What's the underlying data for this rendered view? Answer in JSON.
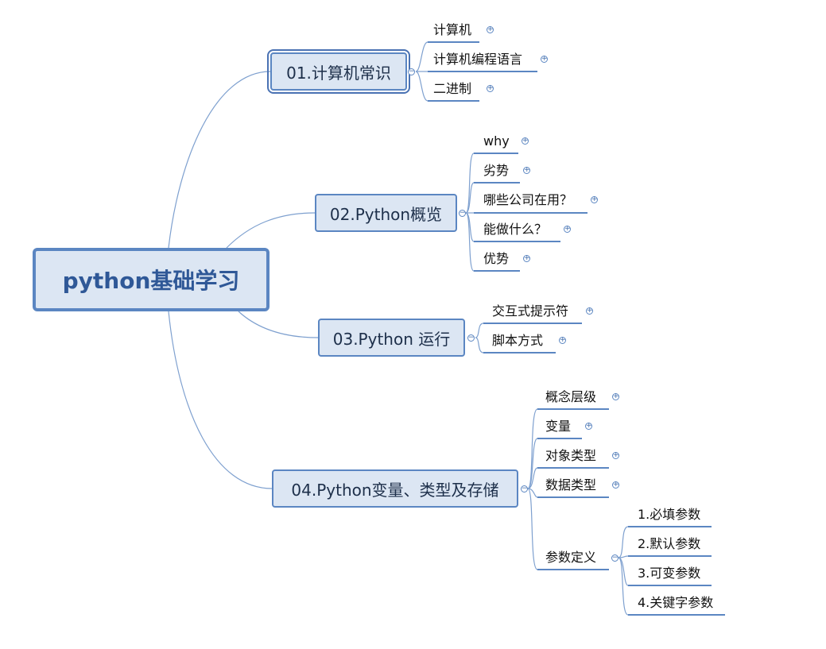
{
  "mindmap": {
    "root": {
      "label": "python基础学习"
    },
    "branches": [
      {
        "label": "01.计算机常识",
        "children": [
          {
            "label": "计算机"
          },
          {
            "label": "计算机编程语言"
          },
          {
            "label": "二进制"
          }
        ]
      },
      {
        "label": "02.Python概览",
        "children": [
          {
            "label": "why"
          },
          {
            "label": "劣势"
          },
          {
            "label": "哪些公司在用？"
          },
          {
            "label": "能做什么？"
          },
          {
            "label": "优势"
          }
        ]
      },
      {
        "label": "03.Python 运行",
        "children": [
          {
            "label": "交互式提示符"
          },
          {
            "label": "脚本方式"
          }
        ]
      },
      {
        "label": "04.Python变量、类型及存储",
        "children": [
          {
            "label": "概念层级"
          },
          {
            "label": "变量"
          },
          {
            "label": "对象类型"
          },
          {
            "label": "数据类型"
          },
          {
            "label": "参数定义",
            "children": [
              {
                "label": "1.必填参数"
              },
              {
                "label": "2.默认参数"
              },
              {
                "label": "3.可变参数"
              },
              {
                "label": "4.关键字参数"
              }
            ]
          }
        ]
      }
    ]
  },
  "colors": {
    "node_fill": "#dce6f3",
    "node_border": "#5b86c2",
    "root_text": "#2f5897",
    "branch_line": "#7ea0cf"
  },
  "icons": {
    "expand": "plus-circle-icon",
    "collapse": "minus-circle-icon"
  }
}
